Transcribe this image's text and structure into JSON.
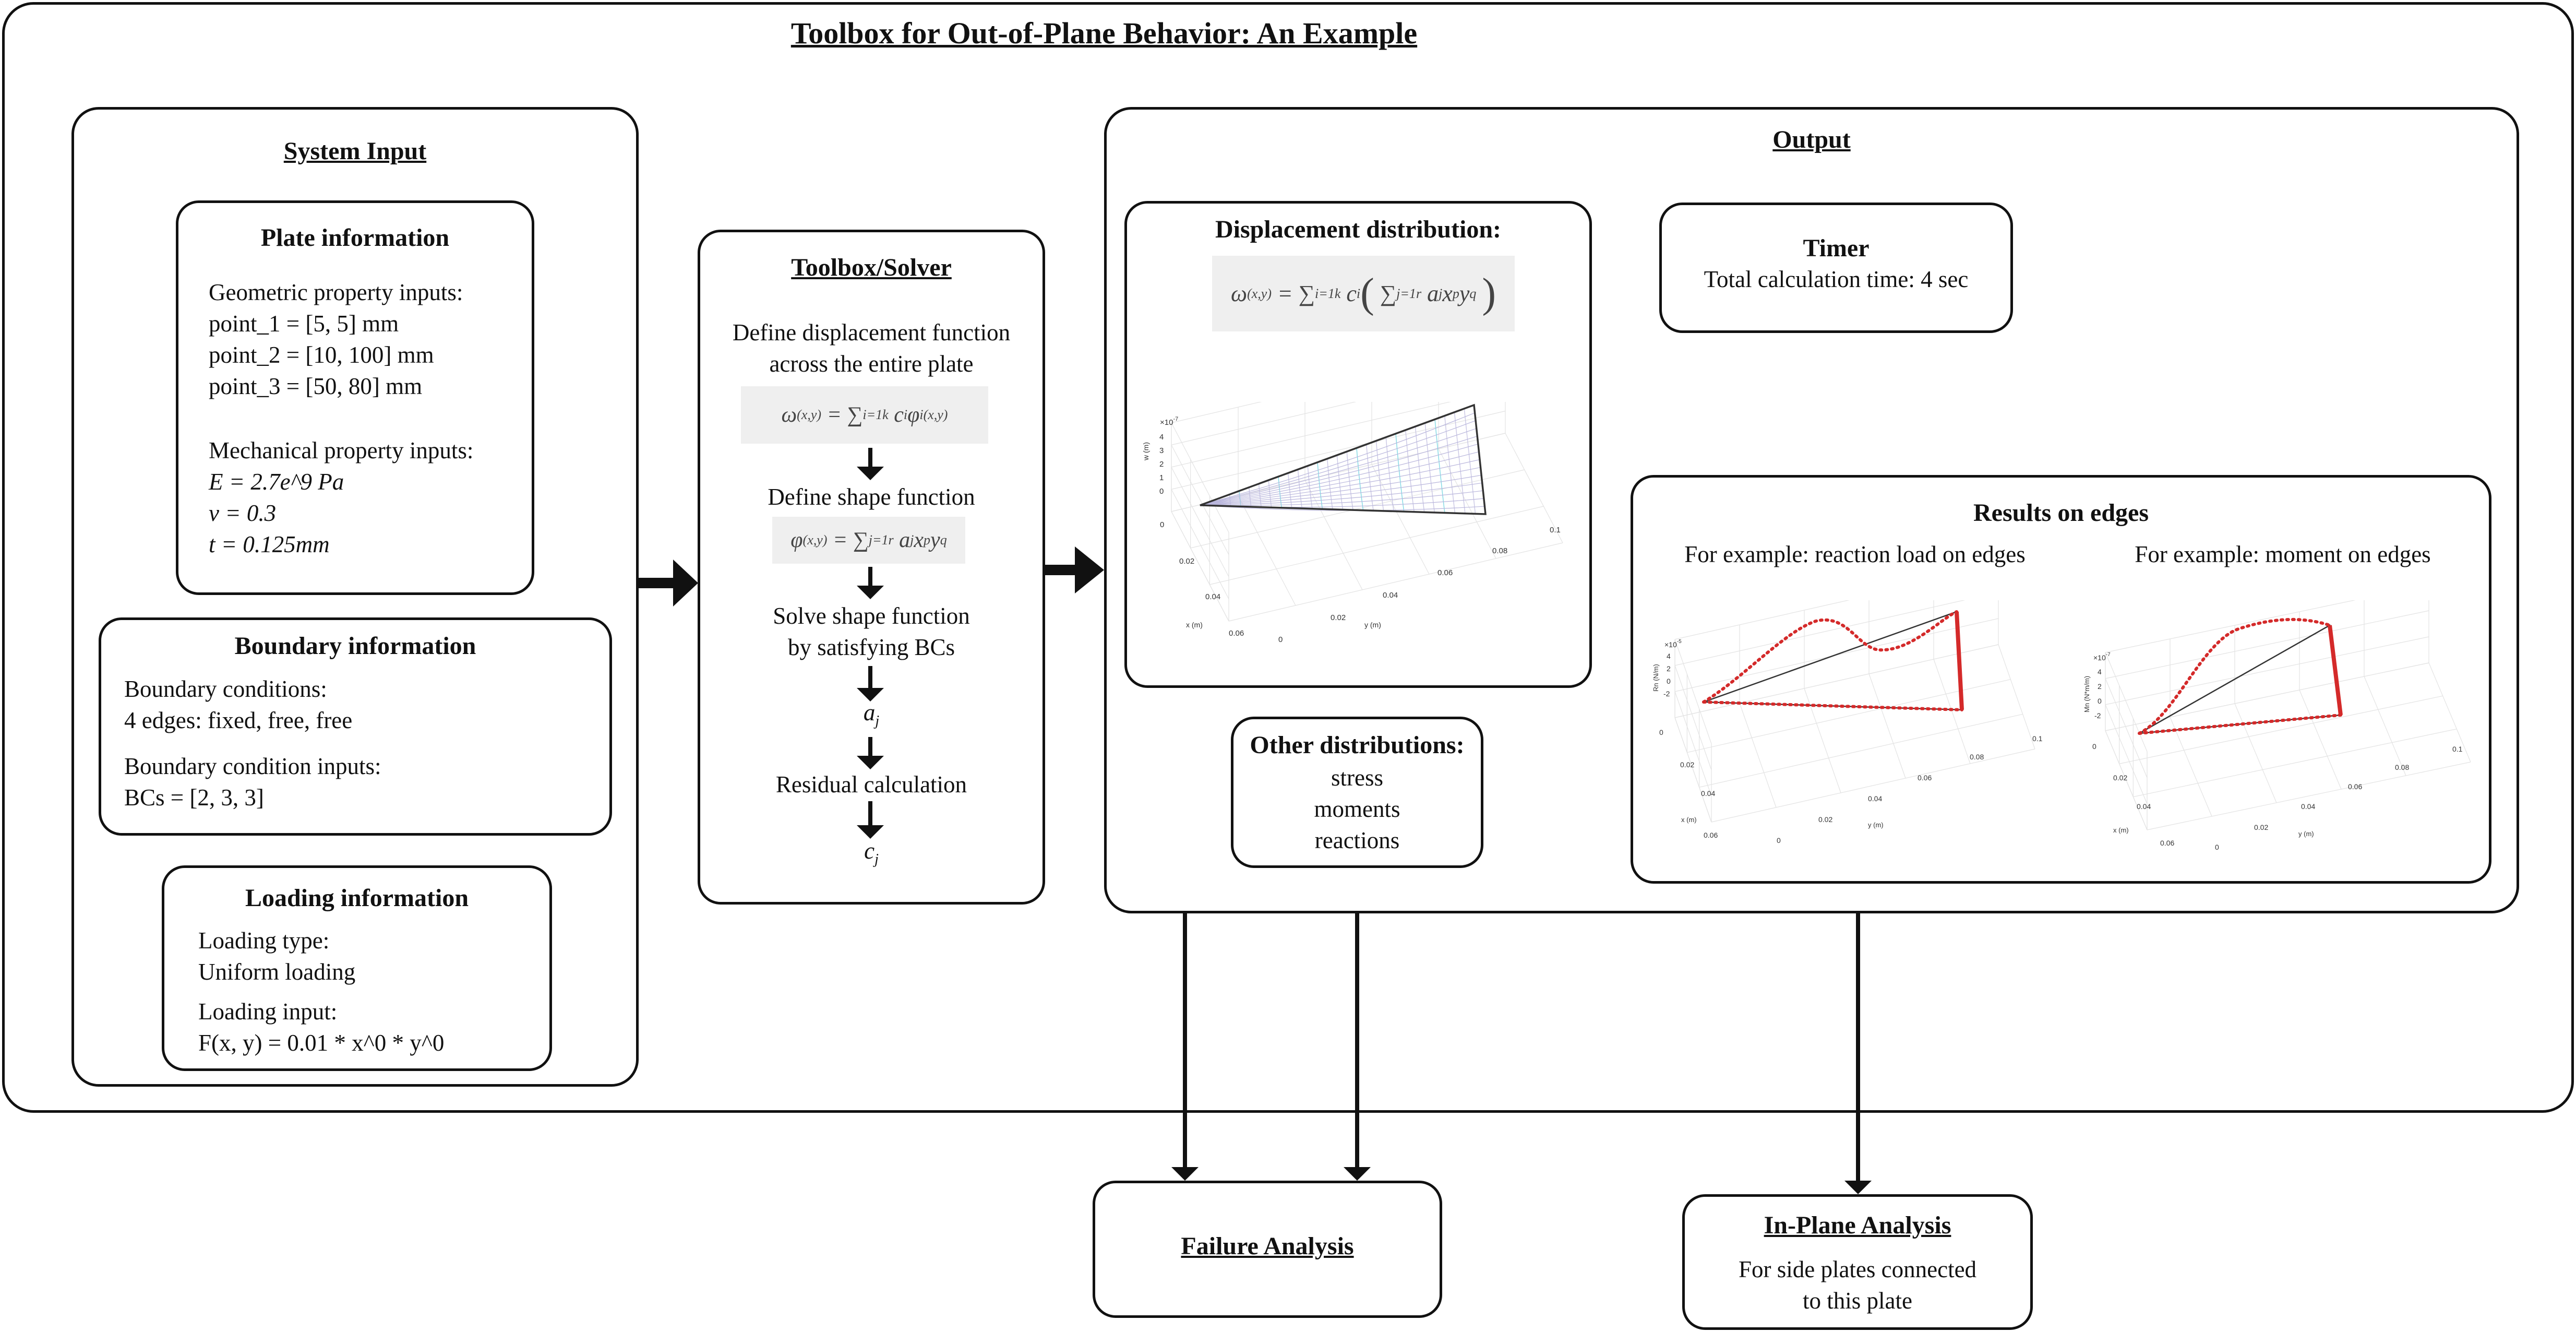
{
  "title": "Toolbox for Out-of-Plane Behavior: An Example",
  "system_input": {
    "header": "System Input",
    "plate": {
      "header": "Plate information",
      "geo_label": "Geometric property inputs:",
      "point_1": "point_1 = [5, 5] mm",
      "point_2": "point_2 = [10, 100] mm",
      "point_3": "point_3 = [50, 80] mm",
      "mech_label": "Mechanical property inputs:",
      "E": "E = 2.7e^9 Pa",
      "v": "v = 0.3",
      "t": "t = 0.125mm"
    },
    "boundary": {
      "header": "Boundary information",
      "cond_label": "Boundary conditions:",
      "edges": "4 edges: fixed, free, free",
      "inputs_label": "Boundary condition inputs:",
      "bcs": "BCs = [2, 3, 3]"
    },
    "loading": {
      "header": "Loading information",
      "type_label": "Loading type:",
      "type": "Uniform loading",
      "input_label": "Loading input:",
      "input": "F(x, y) = 0.01 * x^0 * y^0"
    }
  },
  "solver": {
    "header": "Toolbox/Solver",
    "step1_a": "Define displacement function",
    "step1_b": "across the entire plate",
    "step2": "Define shape function",
    "step3_a": "Solve shape function",
    "step3_b": "by satisfying BCs",
    "aj": "a",
    "aj_sub": "j",
    "step4": "Residual calculation",
    "cj": "c",
    "cj_sub": "j"
  },
  "output": {
    "header": "Output",
    "displacement": {
      "header": "Displacement distribution:",
      "plot": {
        "scale": "×10",
        "scale_exp": "-7",
        "z_ticks": [
          "4",
          "3",
          "2",
          "1",
          "0"
        ],
        "z_label": "w (m)",
        "x_ticks": [
          "0",
          "0.02",
          "0.04",
          "0.06"
        ],
        "x_label": "x (m)",
        "y_ticks": [
          "0",
          "0.02",
          "0.04",
          "0.06",
          "0.08",
          "0.1"
        ],
        "y_label": "y (m)",
        "mesh_color": "#7fd8e4"
      }
    },
    "timer": {
      "header": "Timer",
      "text": "Total calculation time: 4 sec"
    },
    "other": {
      "header": "Other distributions:",
      "items": [
        "stress",
        "moments",
        "reactions"
      ]
    },
    "edges": {
      "header": "Results on edges",
      "ex1": "For example: reaction load on edges",
      "ex2": "For example: moment on edges",
      "plot1": {
        "scale": "×10",
        "scale_exp": "-5",
        "z_ticks": [
          "4",
          "2",
          "0",
          "-2"
        ],
        "z_label": "Rn (N/m)",
        "x_ticks": [
          "0",
          "0.02",
          "0.04",
          "0.06"
        ],
        "x_label": "x (m)",
        "y_ticks": [
          "0",
          "0.02",
          "0.04",
          "0.06",
          "0.08",
          "0.1"
        ],
        "y_label": "y (m)"
      },
      "plot2": {
        "scale": "×10",
        "scale_exp": "-7",
        "z_ticks": [
          "4",
          "2",
          "0",
          "-2"
        ],
        "z_label": "Mn (N*m/m)",
        "x_ticks": [
          "0",
          "0.02",
          "0.04",
          "0.06"
        ],
        "x_label": "x (m)",
        "y_ticks": [
          "0",
          "0.02",
          "0.04",
          "0.06",
          "0.08",
          "0.1"
        ],
        "y_label": "y (m)"
      },
      "curve_color": "#d42a2a"
    }
  },
  "failure": {
    "header": "Failure Analysis"
  },
  "inplane": {
    "header": "In-Plane Analysis",
    "text_a": "For side plates connected",
    "text_b": "to this plate"
  }
}
